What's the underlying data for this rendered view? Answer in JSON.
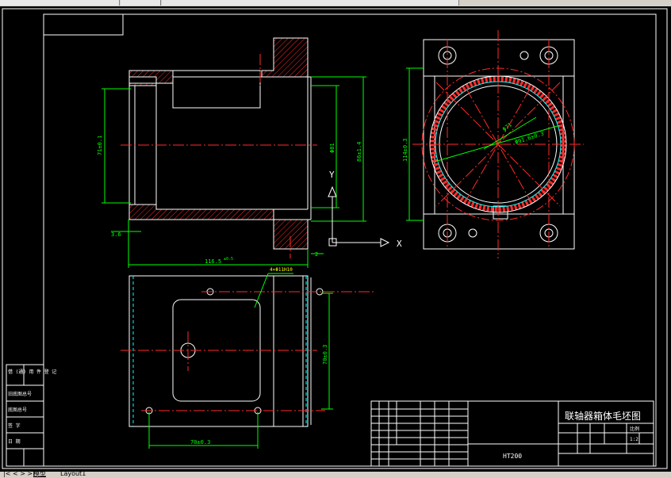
{
  "drawing": {
    "dimensions": {
      "height_left": "71±0.1",
      "thickness_small": "3.6",
      "length_total": "116.5",
      "length_total_tol": "±0.5",
      "small_right": "2",
      "inner_dia": "Φ81",
      "outer_height": "86±1.4",
      "pattern_height": "114±0.3",
      "pcd": "Φ71",
      "bore": "Φ91.6±0.3",
      "hole_note": "4×Φ11H10",
      "bottom_width": "70±0.3",
      "side_height": "70±0.3"
    },
    "ucs": {
      "x_label": "X",
      "y_label": "Y"
    },
    "title_block": {
      "part_title": "联轴器箱体毛坯图",
      "part_code": "HT200",
      "scale_row_1": "比例",
      "scale_row_2": "1:2"
    },
    "left_strip": {
      "items": [
        "借 (通) 用 件 登 记",
        "旧底图总号",
        "底图总号",
        "签 字",
        "日 期"
      ]
    }
  },
  "layout_tabs": {
    "model": "模型",
    "layout1": "Layout1"
  },
  "colors": {
    "background": "#000000",
    "outline": "#ffffff",
    "dimension": "#00ff00",
    "centerline": "#ff0000",
    "hatch": "#ff0000",
    "hidden": "#00ffff",
    "note": "#ffff00"
  }
}
